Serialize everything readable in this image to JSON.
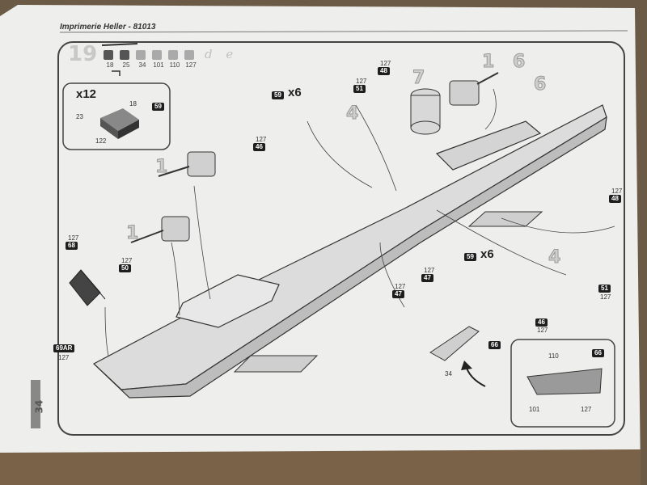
{
  "header": {
    "title": "Imprimerie Heller - 81013"
  },
  "step": {
    "number": "19",
    "letters": "d e"
  },
  "paint_codes": [
    "18",
    "25",
    "34",
    "101",
    "110",
    "127"
  ],
  "inset_detail": {
    "multiplier": "x12",
    "labels": [
      "18",
      "23",
      "122"
    ],
    "tag": "59"
  },
  "callouts": [
    {
      "id": "a",
      "code": "127",
      "tag": "48"
    },
    {
      "id": "b",
      "code": "127",
      "tag": "51"
    },
    {
      "id": "c",
      "code": "127",
      "tag": "46"
    },
    {
      "id": "d",
      "code": "127",
      "tag": "68"
    },
    {
      "id": "e",
      "code": "127",
      "tag": "50"
    },
    {
      "id": "f",
      "code": "127",
      "tag": "47"
    },
    {
      "id": "g",
      "code": "127",
      "tag": "47"
    },
    {
      "id": "h",
      "code": "127",
      "tag": "48"
    },
    {
      "id": "i",
      "code": "127",
      "tag": "51"
    },
    {
      "id": "j",
      "code": "127",
      "tag": "46"
    }
  ],
  "multipliers": [
    {
      "tag": "59",
      "text": "x6"
    },
    {
      "tag": "59",
      "text": "x6"
    }
  ],
  "big_numbers": [
    "1",
    "1",
    "1",
    "4",
    "4",
    "6",
    "6",
    "7"
  ],
  "flag_label": {
    "code": "69AR",
    "sub": "127"
  },
  "boat": {
    "tag": "66",
    "label": "34"
  },
  "boat_inset": {
    "tag": "66",
    "labels": [
      "110",
      "101",
      "127"
    ]
  },
  "page_number": "34"
}
